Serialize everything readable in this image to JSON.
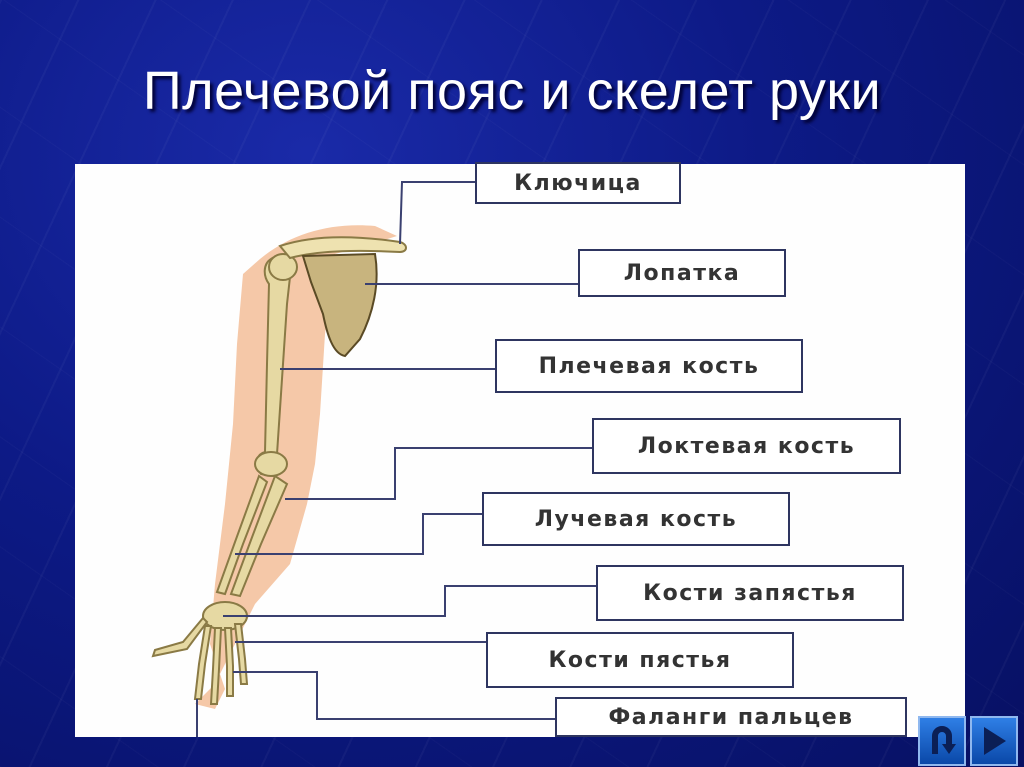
{
  "slide": {
    "title": "Плечевой пояс и скелет руки"
  },
  "diagram": {
    "labels": [
      {
        "id": "clavicle",
        "text": "Ключица"
      },
      {
        "id": "scapula",
        "text": "Лопатка"
      },
      {
        "id": "humerus",
        "text": "Плечевая кость"
      },
      {
        "id": "ulna",
        "text": "Локтевая кость"
      },
      {
        "id": "radius",
        "text": "Лучевая кость"
      },
      {
        "id": "carpals",
        "text": "Кости запястья"
      },
      {
        "id": "metacarpals",
        "text": "Кости пястья"
      },
      {
        "id": "phalanges",
        "text": "Фаланги пальцев"
      }
    ]
  },
  "nav": {
    "return_icon": "u-turn-return-icon",
    "next_icon": "play-next-icon"
  },
  "colors": {
    "background": "#0d1a86",
    "title": "#ffffff",
    "box_border": "#2e3560",
    "leader_line": "#3a4070",
    "skin": "#f5c8a8",
    "bone": "#e6d9a3",
    "button": "#1a62cc"
  }
}
